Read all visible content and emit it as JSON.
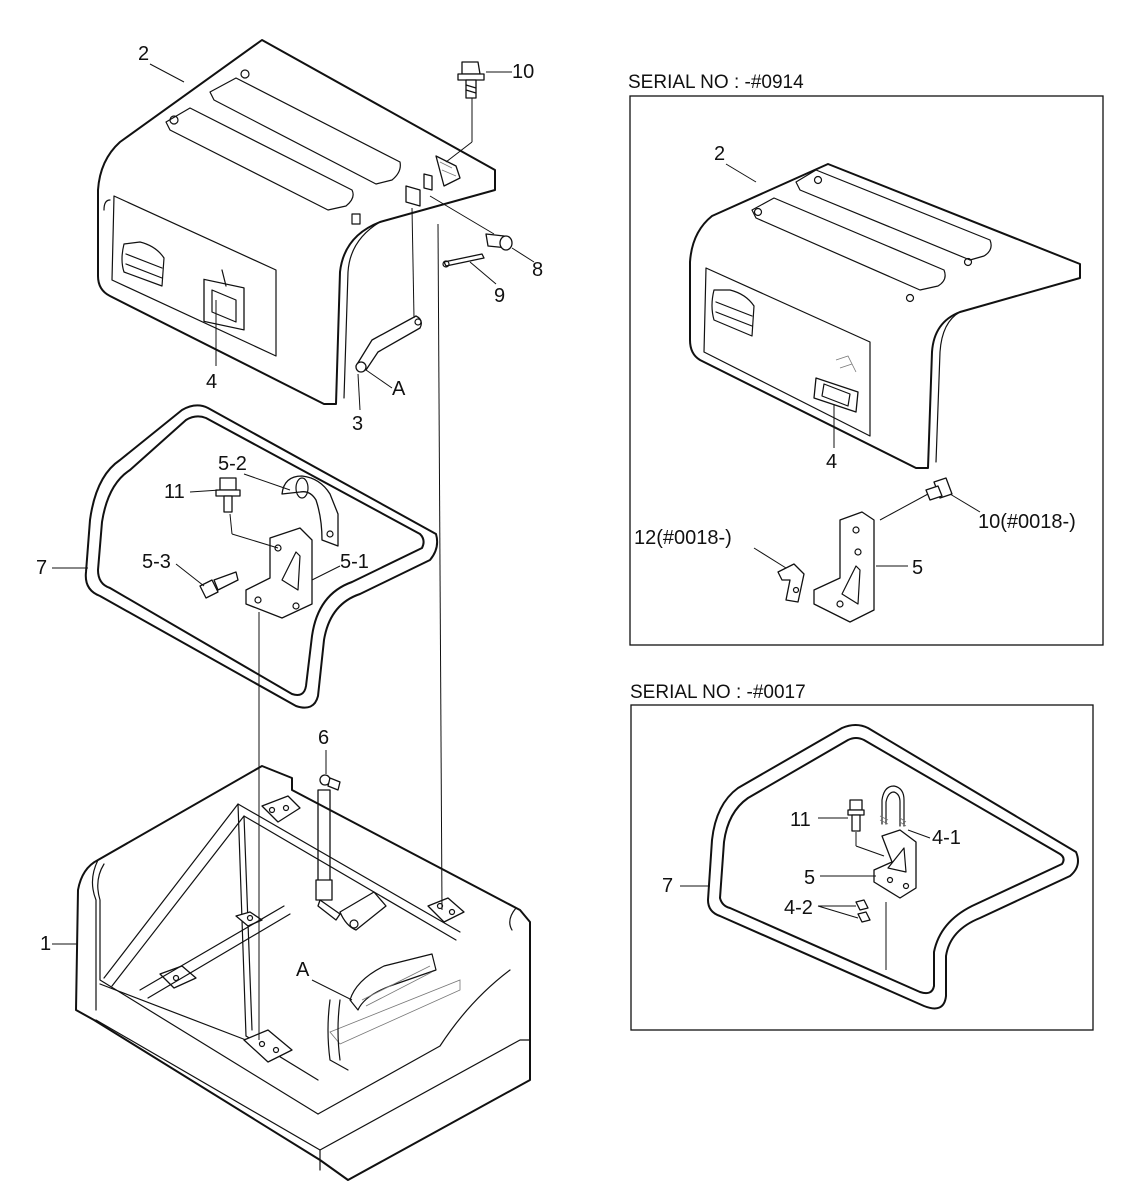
{
  "main_labels": {
    "l2": "2",
    "l10": "10",
    "l8": "8",
    "l9": "9",
    "l4": "4",
    "l3": "3",
    "lA1": "A",
    "l52": "5-2",
    "l11": "11",
    "l7": "7",
    "l53": "5-3",
    "l51": "5-1",
    "l6": "6",
    "l1": "1",
    "lA2": "A"
  },
  "panel_top": {
    "serial": "SERIAL NO : -#0914",
    "l2": "2",
    "l4": "4",
    "l10": "10(#0018-)",
    "l12": "12(#0018-)",
    "l5": "5"
  },
  "panel_bottom": {
    "serial": "SERIAL NO : -#0017",
    "l11": "11",
    "l41": "4-1",
    "l5": "5",
    "l7": "7",
    "l42": "4-2"
  }
}
